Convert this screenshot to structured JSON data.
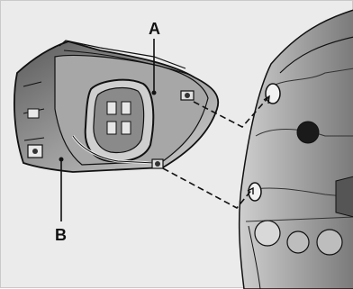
{
  "figure": {
    "callouts": [
      {
        "id": "A",
        "label": "A"
      },
      {
        "id": "B",
        "label": "B"
      }
    ]
  },
  "colors": {
    "background": "#ebebeb",
    "line": "#111111",
    "light_shading": "#cfcfcf",
    "mid_shading": "#8a8a8a",
    "dark_shading": "#3a3a3a"
  }
}
